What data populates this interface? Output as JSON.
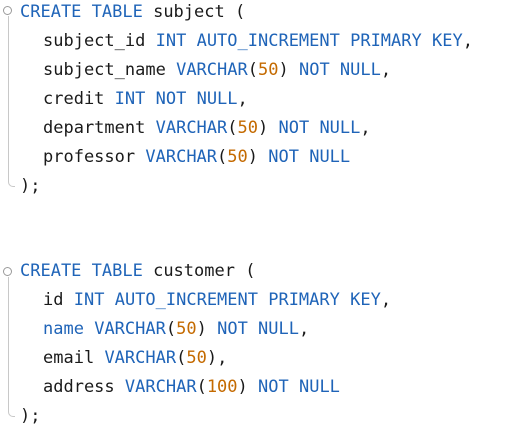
{
  "tables": [
    {
      "header": {
        "create": "CREATE TABLE",
        "name": "subject",
        "open": " ("
      },
      "columns": [
        {
          "name": "subject_id",
          "type": "INT",
          "size": "",
          "constraints": "AUTO_INCREMENT PRIMARY KEY",
          "end": ","
        },
        {
          "name": "subject_name",
          "type": "VARCHAR",
          "size": "50",
          "constraints": "NOT NULL",
          "end": ","
        },
        {
          "name": "credit",
          "type": "INT",
          "size": "",
          "constraints": "NOT NULL",
          "end": ","
        },
        {
          "name": "department",
          "type": "VARCHAR",
          "size": "50",
          "constraints": "NOT NULL",
          "end": ","
        },
        {
          "name": "professor",
          "type": "VARCHAR",
          "size": "50",
          "constraints": "NOT NULL",
          "end": ""
        }
      ],
      "close": ");"
    },
    {
      "header": {
        "create": "CREATE TABLE",
        "name": "customer",
        "open": " ("
      },
      "columns": [
        {
          "name": "id",
          "type": "INT",
          "size": "",
          "constraints": "AUTO_INCREMENT PRIMARY KEY",
          "end": ","
        },
        {
          "name": "name",
          "name_is_keyword": true,
          "type": "VARCHAR",
          "size": "50",
          "constraints": "NOT NULL",
          "end": ","
        },
        {
          "name": "email",
          "type": "VARCHAR",
          "size": "50",
          "constraints": "",
          "end": ","
        },
        {
          "name": "address",
          "type": "VARCHAR",
          "size": "100",
          "constraints": "NOT NULL",
          "end": ""
        }
      ],
      "close": ");"
    }
  ],
  "colors": {
    "keyword": "#1f64b8",
    "number": "#c46a00",
    "text": "#1a1a1a"
  }
}
